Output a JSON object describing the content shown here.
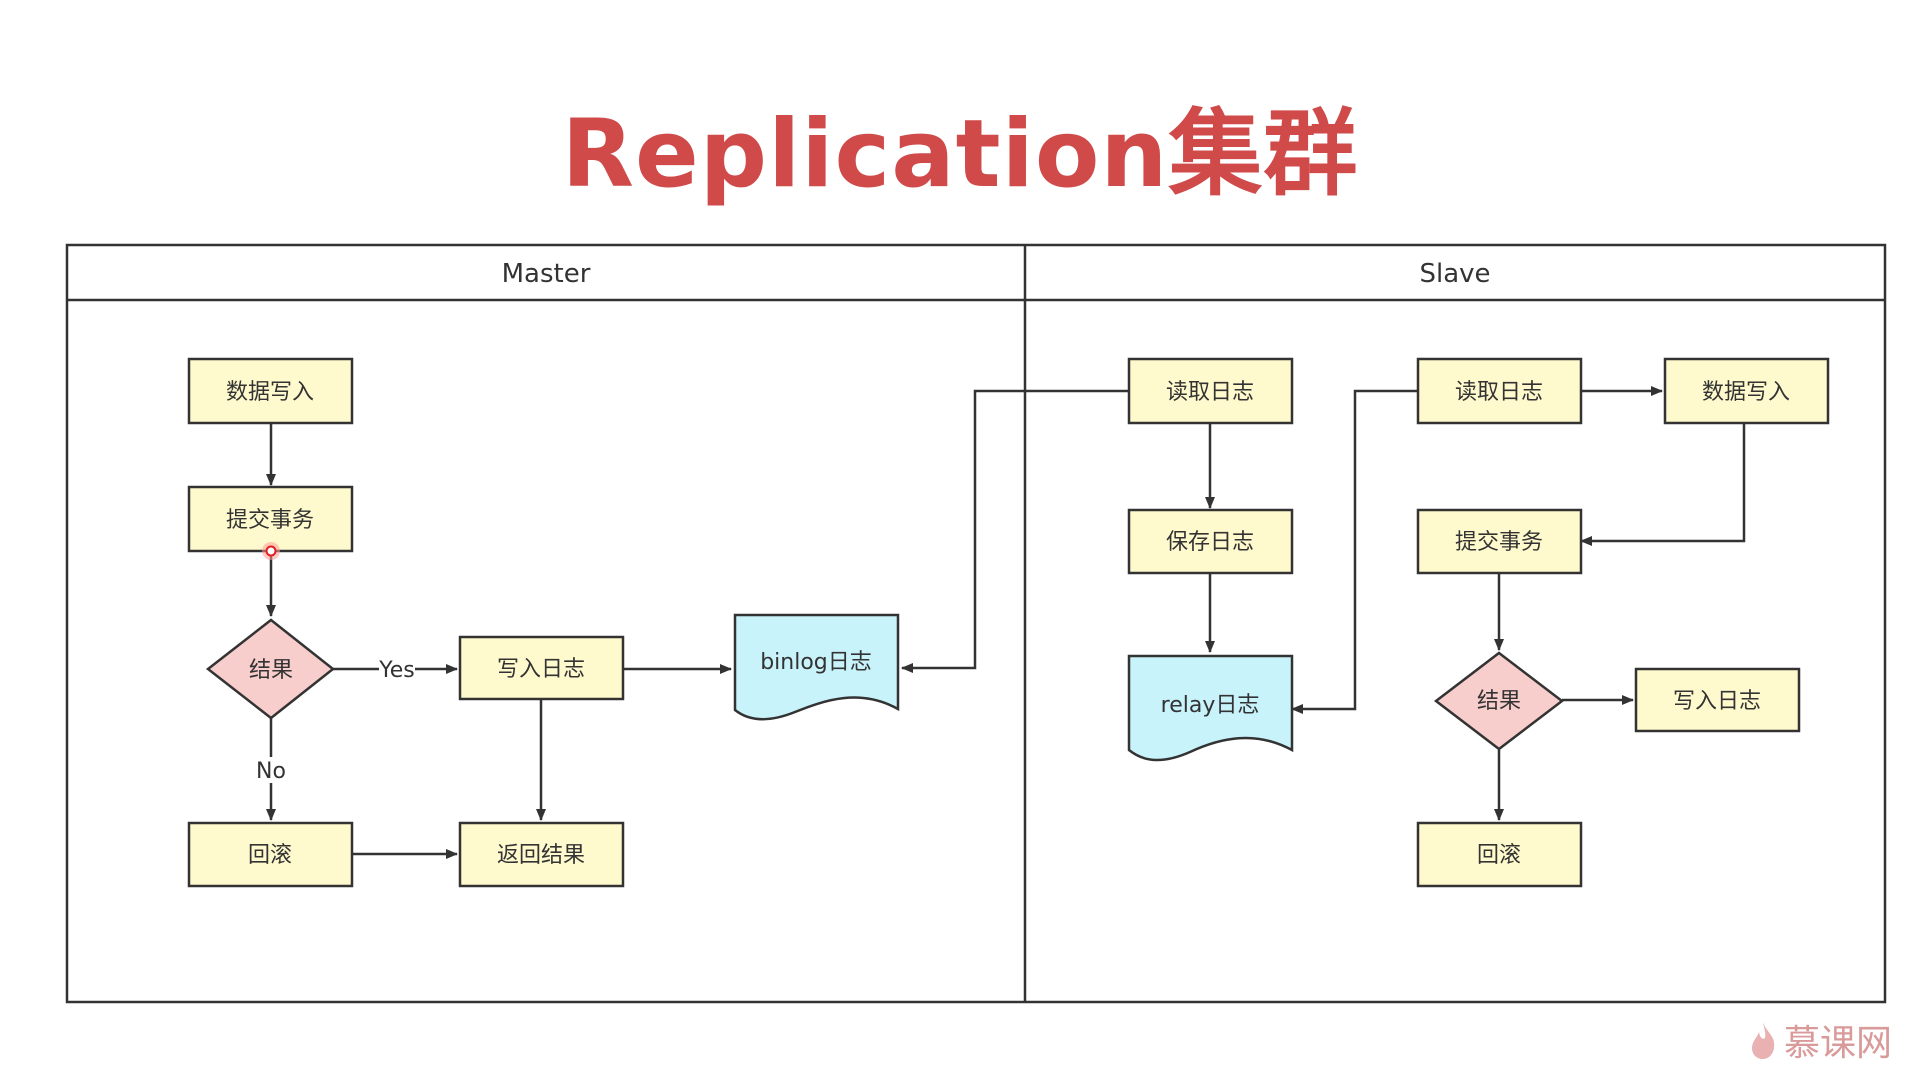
{
  "title": "Replication集群",
  "colors": {
    "title": "#d04a4a",
    "box_fill": "#fffacd",
    "diamond_fill": "#f8cecc",
    "doc_fill": "#c9f3fb",
    "line": "#333333"
  },
  "lanes": {
    "master": "Master",
    "slave": "Slave"
  },
  "master": {
    "write_data": "数据写入",
    "commit": "提交事务",
    "result": "结果",
    "write_log": "写入日志",
    "binlog": "binlog日志",
    "rollback": "回滚",
    "return_result": "返回结果",
    "yes": "Yes",
    "no": "No"
  },
  "slave": {
    "read_log_1": "读取日志",
    "save_log": "保存日志",
    "relay_log": "relay日志",
    "read_log_2": "读取日志",
    "write_data": "数据写入",
    "commit": "提交事务",
    "result": "结果",
    "write_log": "写入日志",
    "rollback": "回滚"
  },
  "brand": {
    "icon": "flame-icon",
    "text": "慕课网"
  }
}
